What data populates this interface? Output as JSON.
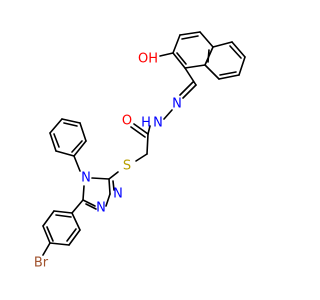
{
  "colors": {
    "background": "#ffffff",
    "bond": "#000000",
    "carbon": "#000000",
    "oxygen": "#ff0000",
    "nitrogen": "#0000ff",
    "sulfur": "#b8a000",
    "bromine": "#a0522d"
  },
  "atoms": {
    "hydroxyl_oxygen": "OH",
    "imine_nitrogen": "N",
    "hydrazide_nitrogen": "N",
    "hydrazide_nh_hydrogen": "H",
    "carbonyl_oxygen": "O",
    "thioether_sulfur": "S",
    "triazole_n4": "N",
    "triazole_n2": "N",
    "triazole_n1": "N",
    "bromine": "Br"
  }
}
